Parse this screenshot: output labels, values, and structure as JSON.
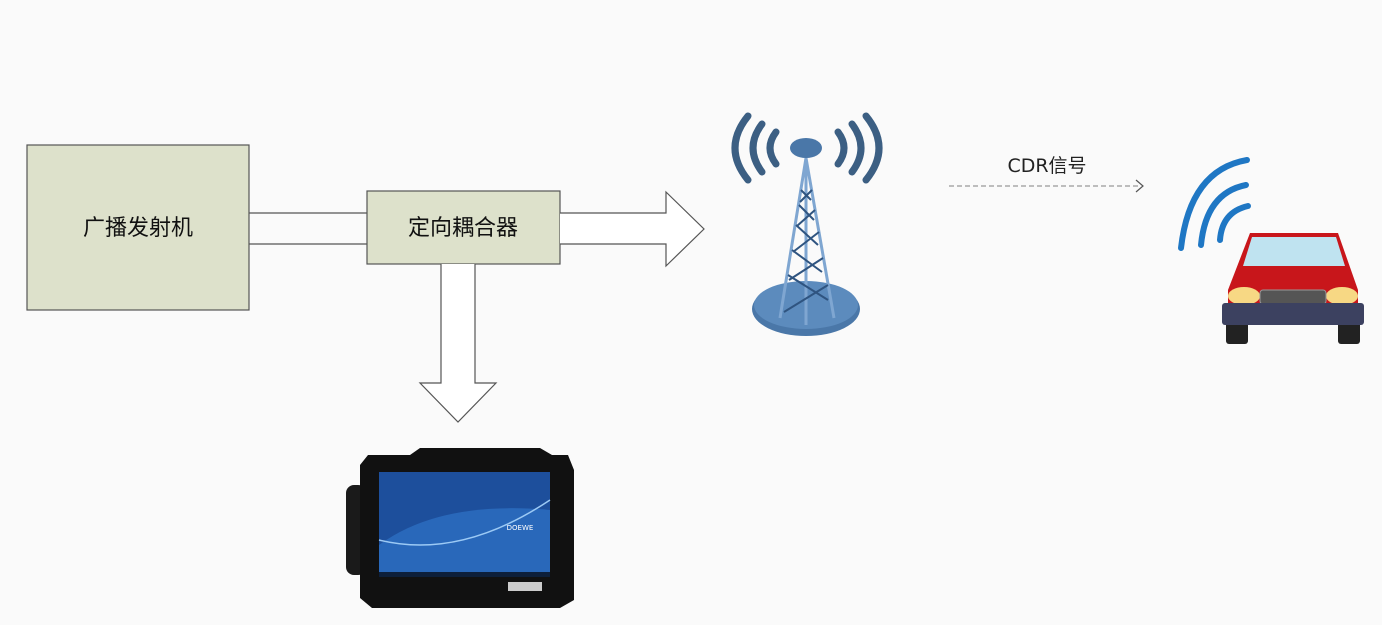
{
  "nodes": {
    "transmitter": "广播发射机",
    "coupler": "定向耦合器",
    "signal": "CDR信号"
  },
  "tablet": {
    "brand": "DOEWE"
  },
  "colors": {
    "box_fill": "#dde1cb",
    "tower_blue": "#4a77a8",
    "wave_dark": "#3c5f83",
    "car_red": "#c8161b",
    "car_wave": "#1f77c4"
  }
}
